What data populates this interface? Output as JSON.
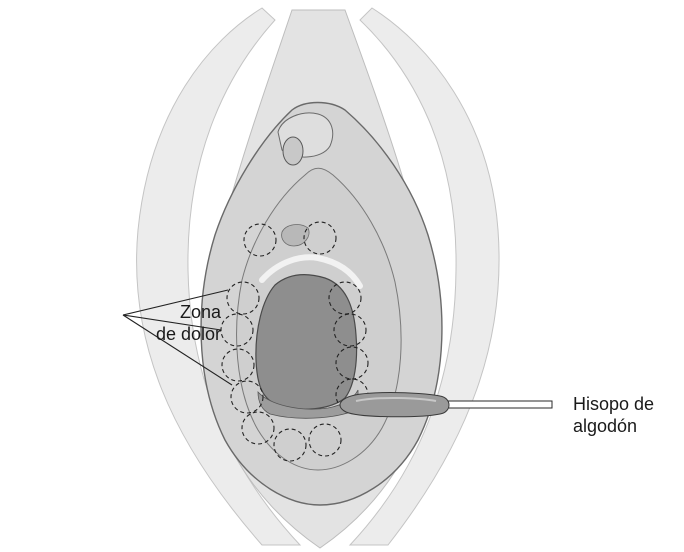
{
  "labels": {
    "pain_zone_line1": "Zona",
    "pain_zone_line2": "de dolor",
    "swab_line1": "Hisopo de",
    "swab_line2": "algodón"
  },
  "colors": {
    "outer_fold": "#e6e6e6",
    "inner_fold": "#d4d4d4",
    "vestibule": "#cfcfcf",
    "opening": "#8e8e8e",
    "swab_head": "#9a9a9a",
    "outline": "#5a5a5a",
    "dash_circle": "#222222"
  }
}
